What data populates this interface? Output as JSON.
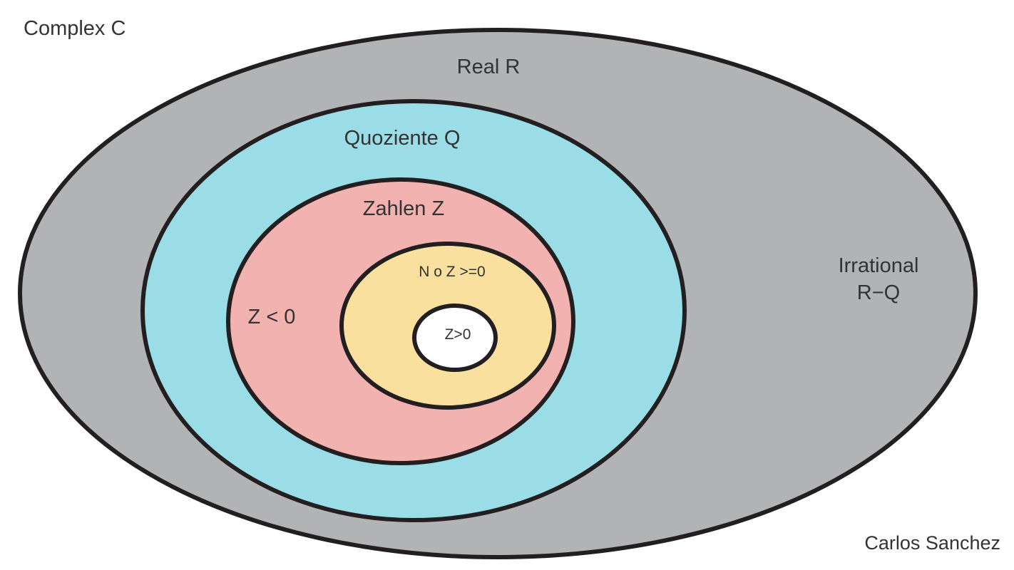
{
  "sets": {
    "complex": {
      "label": "Complex C",
      "fill": "#ffffff"
    },
    "real": {
      "label": "Real R",
      "fill": "#b2b3b5"
    },
    "irrational": {
      "label_line1": "Irrational",
      "label_line2": "R−Q"
    },
    "rational": {
      "label": "Quoziente Q",
      "fill": "#9bdde6"
    },
    "integers": {
      "label": "Zahlen Z",
      "fill": "#f2b3b0"
    },
    "negative_integers": {
      "label": "Z < 0"
    },
    "naturals": {
      "label": "N o Z >=0",
      "fill": "#f9e09e"
    },
    "positive_integers": {
      "label": "Z>0",
      "fill": "#ffffff"
    }
  },
  "credit": "Carlos Sanchez",
  "outline_color": "#231f20",
  "text_color": "#333333"
}
